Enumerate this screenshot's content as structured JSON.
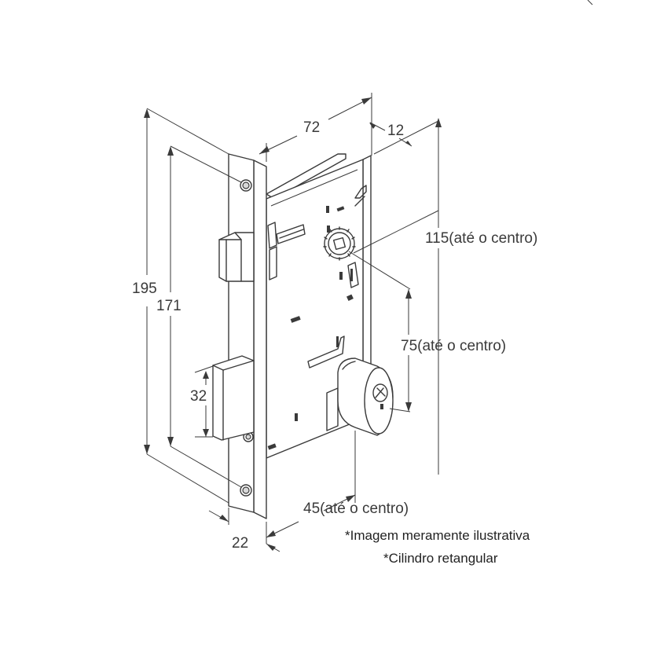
{
  "dimensions": {
    "d195": "195",
    "d171": "171",
    "d32": "32",
    "d72": "72",
    "d12": "12",
    "d115": "115(até o centro)",
    "d75": "75(até o centro)",
    "d45": "45(até o centro)",
    "d22": "22"
  },
  "notes": {
    "line1": "*Imagem meramente ilustrativa",
    "line2": "*Cilindro retangular"
  },
  "colors": {
    "line": "#3a3a3a",
    "background": "#ffffff"
  }
}
